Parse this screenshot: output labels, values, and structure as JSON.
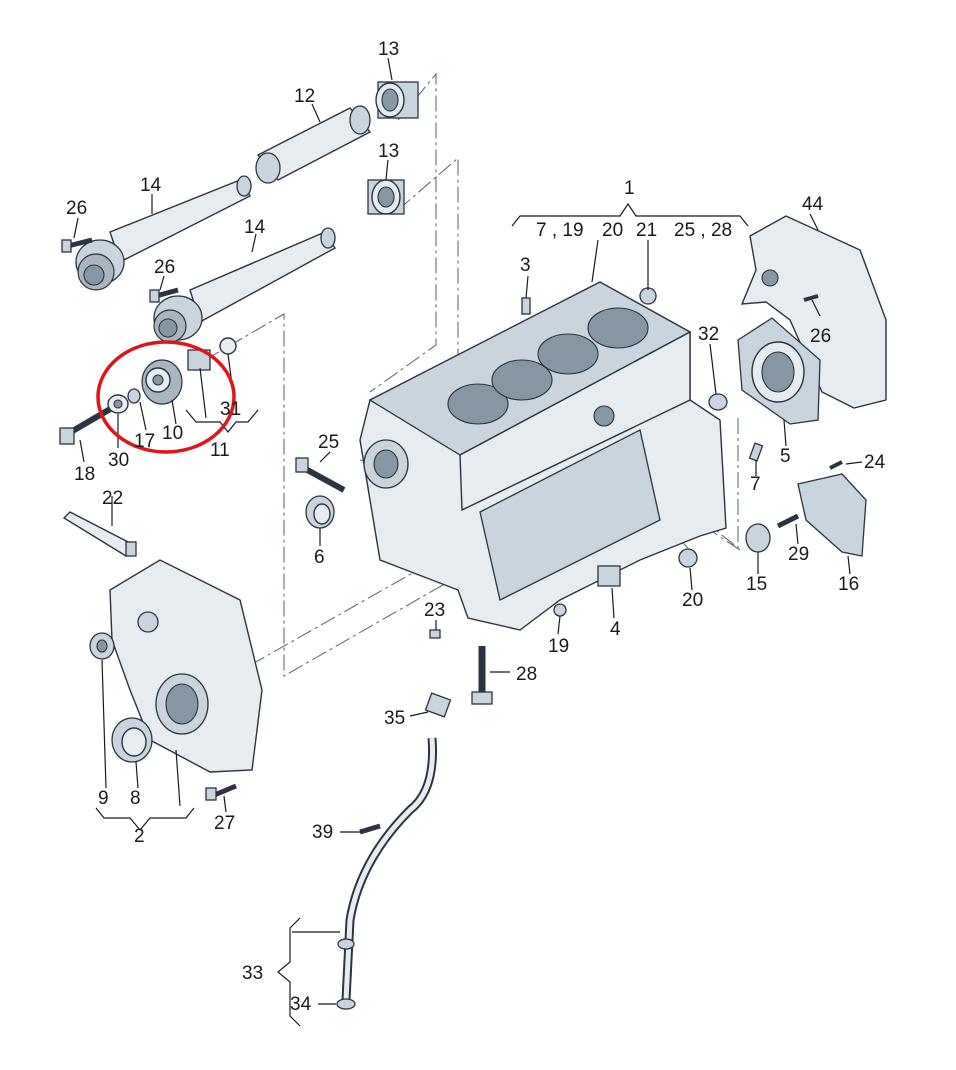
{
  "highlight_color": "#e0141b",
  "callouts": [
    {
      "id": "13a",
      "text": "13"
    },
    {
      "id": "12",
      "text": "12"
    },
    {
      "id": "13b",
      "text": "13"
    },
    {
      "id": "14a",
      "text": "14"
    },
    {
      "id": "26a",
      "text": "26"
    },
    {
      "id": "14b",
      "text": "14"
    },
    {
      "id": "26b",
      "text": "26"
    },
    {
      "id": "31",
      "text": "31"
    },
    {
      "id": "11",
      "text": "11"
    },
    {
      "id": "17",
      "text": "17"
    },
    {
      "id": "10",
      "text": "10"
    },
    {
      "id": "18",
      "text": "18"
    },
    {
      "id": "30",
      "text": "30"
    },
    {
      "id": "22",
      "text": "22"
    },
    {
      "id": "1",
      "text": "1"
    },
    {
      "id": "7_19",
      "text": "7 , 19"
    },
    {
      "id": "20a",
      "text": "20"
    },
    {
      "id": "21",
      "text": "21"
    },
    {
      "id": "25_28",
      "text": "25 , 28"
    },
    {
      "id": "3",
      "text": "3"
    },
    {
      "id": "44",
      "text": "44"
    },
    {
      "id": "26c",
      "text": "26"
    },
    {
      "id": "32",
      "text": "32"
    },
    {
      "id": "5",
      "text": "5"
    },
    {
      "id": "24",
      "text": "24"
    },
    {
      "id": "7",
      "text": "7"
    },
    {
      "id": "25",
      "text": "25"
    },
    {
      "id": "6",
      "text": "6"
    },
    {
      "id": "29",
      "text": "29"
    },
    {
      "id": "15",
      "text": "15"
    },
    {
      "id": "16",
      "text": "16"
    },
    {
      "id": "20b",
      "text": "20"
    },
    {
      "id": "4",
      "text": "4"
    },
    {
      "id": "23",
      "text": "23"
    },
    {
      "id": "19",
      "text": "19"
    },
    {
      "id": "28",
      "text": "28"
    },
    {
      "id": "35",
      "text": "35"
    },
    {
      "id": "9",
      "text": "9"
    },
    {
      "id": "8",
      "text": "8"
    },
    {
      "id": "27",
      "text": "27"
    },
    {
      "id": "2",
      "text": "2"
    },
    {
      "id": "39",
      "text": "39"
    },
    {
      "id": "33",
      "text": "33"
    },
    {
      "id": "34",
      "text": "34"
    }
  ]
}
